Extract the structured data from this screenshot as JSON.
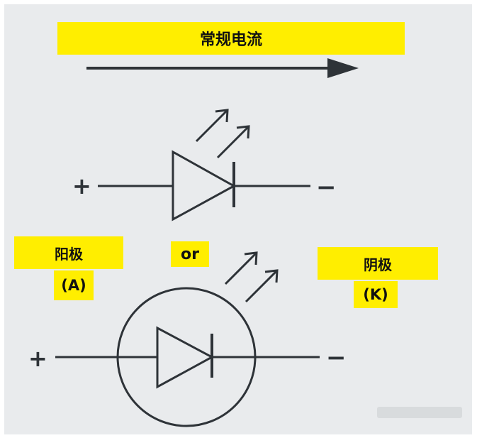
{
  "title": "常规电流",
  "anode": {
    "name": "阳极",
    "symbol": "(A)"
  },
  "cathode": {
    "name": "阴极",
    "symbol": "(K)"
  },
  "or_text": "or",
  "plus": "+",
  "minus": "−",
  "colors": {
    "highlight": "#ffee00",
    "background": "#e9ebed",
    "stroke": "#2e3338"
  }
}
